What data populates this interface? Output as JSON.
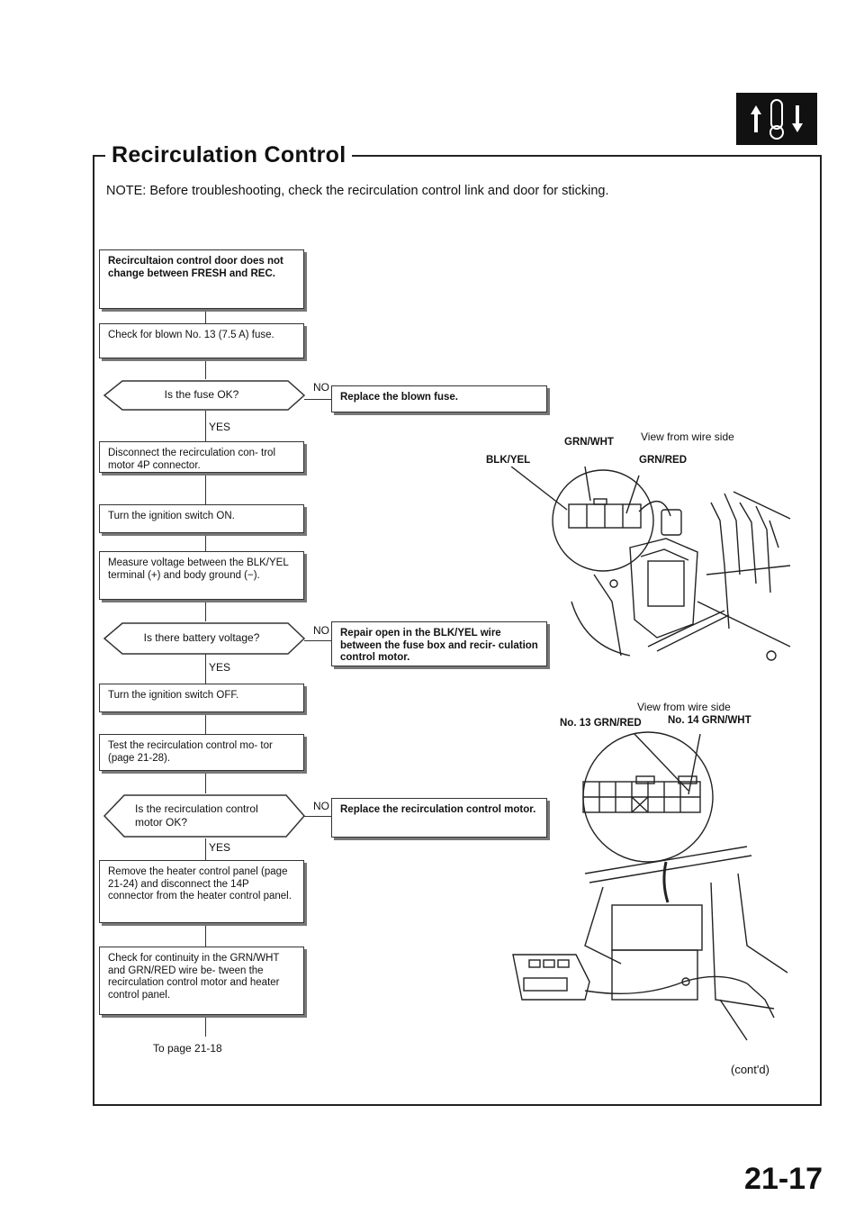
{
  "header": {
    "title": "Recirculation Control",
    "icon": "heater-temperature-icon"
  },
  "note": "NOTE: Before troubleshooting, check the recirculation control link and door for sticking.",
  "flow": {
    "step1": "Recircultaion control door does not change between FRESH and REC.",
    "step2": "Check for blown No. 13 (7.5 A) fuse.",
    "q1": "Is the fuse OK?",
    "q1_no_action": "Replace the blown fuse.",
    "step3": "Disconnect the recirculation con- trol motor 4P connector.",
    "step4": "Turn the ignition switch ON.",
    "step5": "Measure voltage between the BLK/YEL terminal (+) and body ground (−).",
    "q2": "Is there battery voltage?",
    "q2_no_action": "Repair open in the BLK/YEL wire between the fuse box and recir- culation control motor.",
    "step6": "Turn the ignition switch OFF.",
    "step7": "Test the recirculation control mo- tor (page 21-28).",
    "q3": "Is the recirculation control motor OK?",
    "q3_no_action": "Replace the recirculation control motor.",
    "step8": "Remove the heater control panel (page 21-24) and disconnect the 14P connector from the heater control panel.",
    "step9": "Check for continuity in the GRN/WHT and GRN/RED wire be- tween the recirculation control motor and heater control panel.",
    "to_page": "To page 21-18",
    "yes": "YES",
    "no": "NO"
  },
  "diagram1": {
    "view_label": "View from wire side",
    "wire_grn_wht": "GRN/WHT",
    "wire_blk_yel": "BLK/YEL",
    "wire_grn_red": "GRN/RED"
  },
  "diagram2": {
    "view_label": "View from wire side",
    "wire_13": "No. 13 GRN/RED",
    "wire_14": "No. 14 GRN/WHT"
  },
  "footer": {
    "contd": "(cont'd)",
    "page_number": "21-17"
  }
}
